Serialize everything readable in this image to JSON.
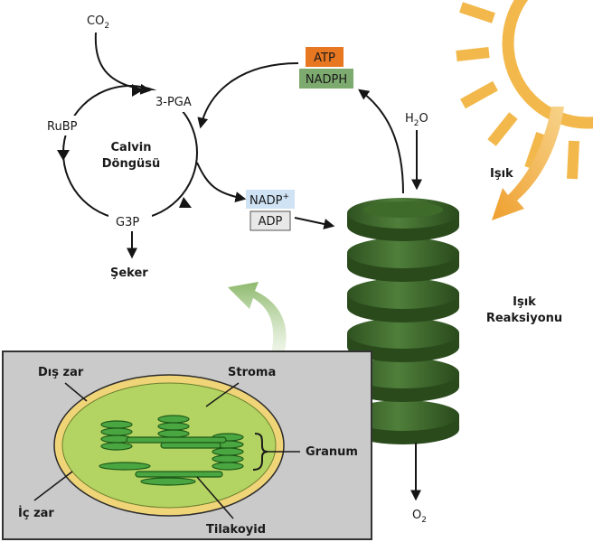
{
  "calvin": {
    "co2": "CO",
    "co2_sub": "2",
    "pga": "3-PGA",
    "rubp": "RuBP",
    "title_line1": "Calvin",
    "title_line2": "Döngüsü",
    "g3p": "G3P",
    "sugar": "Şeker"
  },
  "energy": {
    "atp": "ATP",
    "nadph": "NADPH",
    "nadp": "NADP",
    "nadp_sup": "+",
    "adp": "ADP"
  },
  "light": {
    "h2o_a": "H",
    "h2o_sub": "2",
    "h2o_b": "O",
    "o2": "O",
    "o2_sub": "2",
    "light_label": "Işık",
    "reaction_line1": "Işık",
    "reaction_line2": "Reaksiyonu"
  },
  "chloroplast": {
    "outer": "Dış zar",
    "stroma": "Stroma",
    "granum": "Granum",
    "inner": "İç zar",
    "thylakoid": "Tilakoyid"
  },
  "colors": {
    "atp": "#e87722",
    "nadph": "#7daa6e",
    "nadp": "#cfe3f5",
    "sun": "#f2b84b",
    "granum": "#3f6b2c",
    "stroma": "#b3d462",
    "panel": "#cacaca"
  }
}
